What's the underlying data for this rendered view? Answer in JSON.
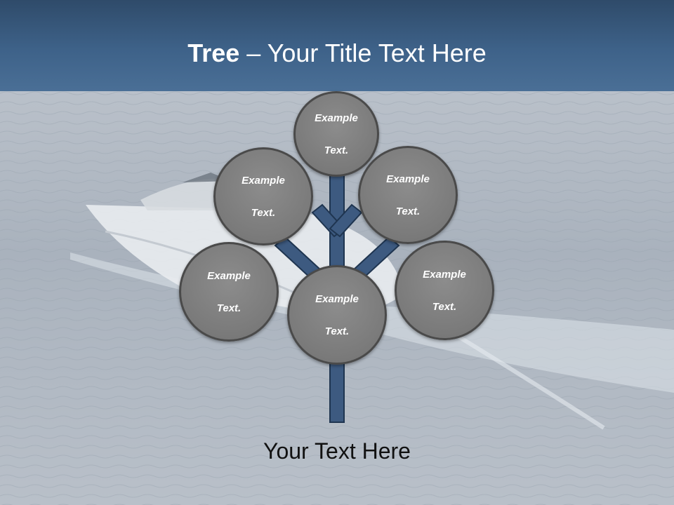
{
  "title": {
    "bold": "Tree",
    "rest": " – Your Title Text Here"
  },
  "nodes": [
    {
      "id": "top",
      "line1": "Example",
      "line2": "Text."
    },
    {
      "id": "upper-left",
      "line1": "Example",
      "line2": "Text."
    },
    {
      "id": "upper-right",
      "line1": "Example",
      "line2": "Text."
    },
    {
      "id": "left",
      "line1": "Example",
      "line2": "Text."
    },
    {
      "id": "center",
      "line1": "Example",
      "line2": "Text."
    },
    {
      "id": "right",
      "line1": "Example",
      "line2": "Text."
    }
  ],
  "subtitle": "Your Text Here",
  "colors": {
    "trunk": "#3d5a80",
    "trunk_stroke": "#1f3550",
    "title_bar": "#3e6289",
    "node_fill": "#808080"
  }
}
